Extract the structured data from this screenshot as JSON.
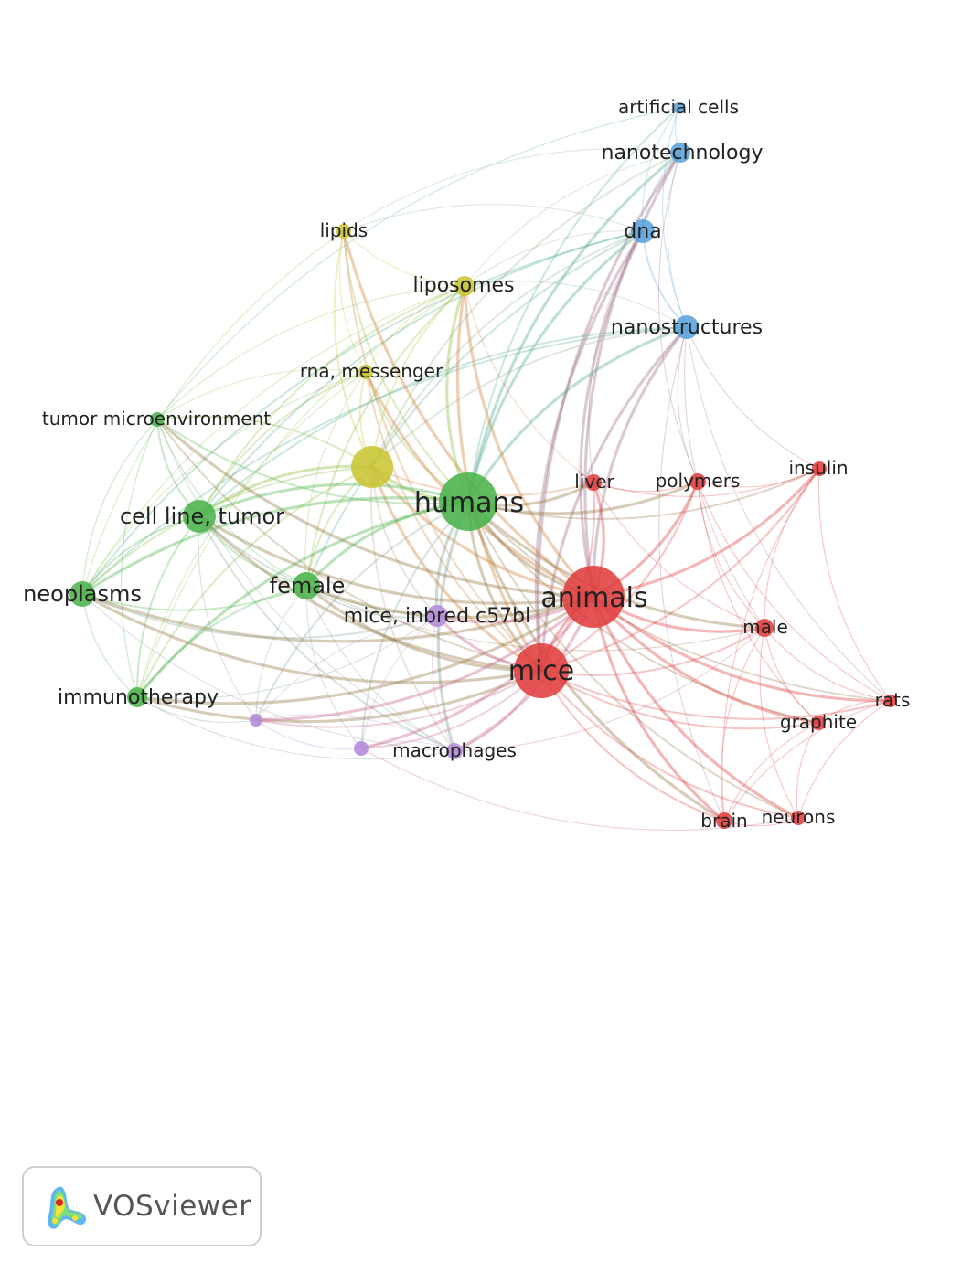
{
  "brand": {
    "name": "VOSviewer",
    "icon": "vosviewer-density-logo-icon"
  },
  "cluster_colors": {
    "red": "#e03d3d",
    "green": "#4bb34b",
    "blue": "#5aa2db",
    "yellow": "#c9c533",
    "purple": "#b28ad8"
  },
  "network": {
    "nodes": [
      {
        "id": "artificial-cells",
        "label": "artificial cells",
        "cluster": "blue"
      },
      {
        "id": "nanotechnology",
        "label": "nanotechnology",
        "cluster": "blue"
      },
      {
        "id": "dna",
        "label": "dna",
        "cluster": "blue"
      },
      {
        "id": "nanostructures",
        "label": "nanostructures",
        "cluster": "blue"
      },
      {
        "id": "lipids",
        "label": "lipids",
        "cluster": "yellow"
      },
      {
        "id": "liposomes",
        "label": "liposomes",
        "cluster": "yellow"
      },
      {
        "id": "rna-messenger",
        "label": "rna, messenger",
        "cluster": "yellow"
      },
      {
        "id": "yellow-hub",
        "label": "",
        "cluster": "yellow"
      },
      {
        "id": "tumor-microenvironment",
        "label": "tumor microenvironment",
        "cluster": "green"
      },
      {
        "id": "humans",
        "label": "humans",
        "cluster": "green"
      },
      {
        "id": "cell-line-tumor",
        "label": "cell line, tumor",
        "cluster": "green"
      },
      {
        "id": "neoplasms",
        "label": "neoplasms",
        "cluster": "green"
      },
      {
        "id": "female",
        "label": "female",
        "cluster": "green"
      },
      {
        "id": "immunotherapy",
        "label": "immunotherapy",
        "cluster": "green"
      },
      {
        "id": "mice-inbred-c57bl",
        "label": "mice, inbred c57bl",
        "cluster": "purple"
      },
      {
        "id": "macrophages",
        "label": "macrophages",
        "cluster": "purple"
      },
      {
        "id": "purple-a",
        "label": "",
        "cluster": "purple"
      },
      {
        "id": "purple-b",
        "label": "",
        "cluster": "purple"
      },
      {
        "id": "animals",
        "label": "animals",
        "cluster": "red"
      },
      {
        "id": "mice",
        "label": "mice",
        "cluster": "red"
      },
      {
        "id": "liver",
        "label": "liver",
        "cluster": "red"
      },
      {
        "id": "polymers",
        "label": "polymers",
        "cluster": "red"
      },
      {
        "id": "insulin",
        "label": "insulin",
        "cluster": "red"
      },
      {
        "id": "male",
        "label": "male",
        "cluster": "red"
      },
      {
        "id": "rats",
        "label": "rats",
        "cluster": "red"
      },
      {
        "id": "graphite",
        "label": "graphite",
        "cluster": "red"
      },
      {
        "id": "brain",
        "label": "brain",
        "cluster": "red"
      },
      {
        "id": "neurons",
        "label": "neurons",
        "cluster": "red"
      }
    ],
    "links": [
      [
        "artificial-cells",
        "nanotechnology"
      ],
      [
        "artificial-cells",
        "dna"
      ],
      [
        "artificial-cells",
        "nanostructures"
      ],
      [
        "artificial-cells",
        "humans"
      ],
      [
        "artificial-cells",
        "tumor-microenvironment"
      ],
      [
        "nanotechnology",
        "dna"
      ],
      [
        "nanotechnology",
        "nanostructures"
      ],
      [
        "nanotechnology",
        "humans"
      ],
      [
        "nanotechnology",
        "animals"
      ],
      [
        "nanotechnology",
        "mice"
      ],
      [
        "nanotechnology",
        "liposomes"
      ],
      [
        "nanotechnology",
        "lipids"
      ],
      [
        "nanotechnology",
        "yellow-hub"
      ],
      [
        "nanotechnology",
        "polymers"
      ],
      [
        "dna",
        "nanostructures"
      ],
      [
        "dna",
        "humans"
      ],
      [
        "dna",
        "animals"
      ],
      [
        "dna",
        "mice"
      ],
      [
        "dna",
        "lipids"
      ],
      [
        "dna",
        "liposomes"
      ],
      [
        "dna",
        "neoplasms"
      ],
      [
        "dna",
        "cell-line-tumor"
      ],
      [
        "dna",
        "yellow-hub"
      ],
      [
        "dna",
        "female"
      ],
      [
        "dna",
        "liver"
      ],
      [
        "nanostructures",
        "humans"
      ],
      [
        "nanostructures",
        "animals"
      ],
      [
        "nanostructures",
        "mice"
      ],
      [
        "nanostructures",
        "polymers"
      ],
      [
        "nanostructures",
        "insulin"
      ],
      [
        "nanostructures",
        "male"
      ],
      [
        "nanostructures",
        "brain"
      ],
      [
        "nanostructures",
        "neoplasms"
      ],
      [
        "nanostructures",
        "rats"
      ],
      [
        "nanostructures",
        "yellow-hub"
      ],
      [
        "nanostructures",
        "liposomes"
      ],
      [
        "nanostructures",
        "cell-line-tumor"
      ],
      [
        "lipids",
        "liposomes"
      ],
      [
        "lipids",
        "yellow-hub"
      ],
      [
        "lipids",
        "humans"
      ],
      [
        "lipids",
        "animals"
      ],
      [
        "lipids",
        "mice"
      ],
      [
        "lipids",
        "rna-messenger"
      ],
      [
        "lipids",
        "neoplasms"
      ],
      [
        "liposomes",
        "yellow-hub"
      ],
      [
        "liposomes",
        "humans"
      ],
      [
        "liposomes",
        "animals"
      ],
      [
        "liposomes",
        "mice"
      ],
      [
        "liposomes",
        "rna-messenger"
      ],
      [
        "liposomes",
        "neoplasms"
      ],
      [
        "liposomes",
        "cell-line-tumor"
      ],
      [
        "liposomes",
        "female"
      ],
      [
        "liposomes",
        "tumor-microenvironment"
      ],
      [
        "liposomes",
        "liver"
      ],
      [
        "liposomes",
        "immunotherapy"
      ],
      [
        "rna-messenger",
        "yellow-hub"
      ],
      [
        "rna-messenger",
        "humans"
      ],
      [
        "rna-messenger",
        "animals"
      ],
      [
        "rna-messenger",
        "mice"
      ],
      [
        "rna-messenger",
        "female"
      ],
      [
        "rna-messenger",
        "cell-line-tumor"
      ],
      [
        "rna-messenger",
        "immunotherapy"
      ],
      [
        "rna-messenger",
        "neoplasms"
      ],
      [
        "rna-messenger",
        "tumor-microenvironment"
      ],
      [
        "yellow-hub",
        "humans"
      ],
      [
        "yellow-hub",
        "animals"
      ],
      [
        "yellow-hub",
        "mice"
      ],
      [
        "yellow-hub",
        "cell-line-tumor"
      ],
      [
        "yellow-hub",
        "neoplasms"
      ],
      [
        "yellow-hub",
        "female"
      ],
      [
        "yellow-hub",
        "tumor-microenvironment"
      ],
      [
        "yellow-hub",
        "immunotherapy"
      ],
      [
        "yellow-hub",
        "mice-inbred-c57bl"
      ],
      [
        "yellow-hub",
        "liver"
      ],
      [
        "yellow-hub",
        "macrophages"
      ],
      [
        "tumor-microenvironment",
        "humans"
      ],
      [
        "tumor-microenvironment",
        "cell-line-tumor"
      ],
      [
        "tumor-microenvironment",
        "neoplasms"
      ],
      [
        "tumor-microenvironment",
        "female"
      ],
      [
        "tumor-microenvironment",
        "immunotherapy"
      ],
      [
        "tumor-microenvironment",
        "animals"
      ],
      [
        "tumor-microenvironment",
        "mice"
      ],
      [
        "tumor-microenvironment",
        "macrophages"
      ],
      [
        "humans",
        "animals"
      ],
      [
        "humans",
        "mice"
      ],
      [
        "humans",
        "cell-line-tumor"
      ],
      [
        "humans",
        "neoplasms"
      ],
      [
        "humans",
        "female"
      ],
      [
        "humans",
        "immunotherapy"
      ],
      [
        "humans",
        "mice-inbred-c57bl"
      ],
      [
        "humans",
        "macrophages"
      ],
      [
        "humans",
        "liver"
      ],
      [
        "humans",
        "polymers"
      ],
      [
        "humans",
        "male"
      ],
      [
        "humans",
        "insulin"
      ],
      [
        "humans",
        "rats"
      ],
      [
        "humans",
        "graphite"
      ],
      [
        "humans",
        "brain"
      ],
      [
        "humans",
        "neurons"
      ],
      [
        "humans",
        "purple-a"
      ],
      [
        "humans",
        "purple-b"
      ],
      [
        "cell-line-tumor",
        "neoplasms"
      ],
      [
        "cell-line-tumor",
        "female"
      ],
      [
        "cell-line-tumor",
        "immunotherapy"
      ],
      [
        "cell-line-tumor",
        "animals"
      ],
      [
        "cell-line-tumor",
        "mice"
      ],
      [
        "cell-line-tumor",
        "mice-inbred-c57bl"
      ],
      [
        "cell-line-tumor",
        "macrophages"
      ],
      [
        "cell-line-tumor",
        "purple-a"
      ],
      [
        "neoplasms",
        "female"
      ],
      [
        "neoplasms",
        "immunotherapy"
      ],
      [
        "neoplasms",
        "animals"
      ],
      [
        "neoplasms",
        "mice"
      ],
      [
        "neoplasms",
        "mice-inbred-c57bl"
      ],
      [
        "neoplasms",
        "macrophages"
      ],
      [
        "female",
        "immunotherapy"
      ],
      [
        "female",
        "animals"
      ],
      [
        "female",
        "mice"
      ],
      [
        "female",
        "mice-inbred-c57bl"
      ],
      [
        "female",
        "macrophages"
      ],
      [
        "female",
        "purple-a"
      ],
      [
        "female",
        "purple-b"
      ],
      [
        "female",
        "male"
      ],
      [
        "immunotherapy",
        "animals"
      ],
      [
        "immunotherapy",
        "mice"
      ],
      [
        "immunotherapy",
        "mice-inbred-c57bl"
      ],
      [
        "immunotherapy",
        "macrophages"
      ],
      [
        "immunotherapy",
        "purple-a"
      ],
      [
        "mice-inbred-c57bl",
        "animals"
      ],
      [
        "mice-inbred-c57bl",
        "mice"
      ],
      [
        "mice-inbred-c57bl",
        "macrophages"
      ],
      [
        "mice-inbred-c57bl",
        "purple-a"
      ],
      [
        "mice-inbred-c57bl",
        "purple-b"
      ],
      [
        "macrophages",
        "animals"
      ],
      [
        "macrophages",
        "mice"
      ],
      [
        "macrophages",
        "purple-a"
      ],
      [
        "macrophages",
        "purple-b"
      ],
      [
        "macrophages",
        "male"
      ],
      [
        "purple-a",
        "mice"
      ],
      [
        "purple-a",
        "purple-b"
      ],
      [
        "purple-a",
        "animals"
      ],
      [
        "purple-b",
        "mice"
      ],
      [
        "purple-b",
        "animals"
      ],
      [
        "purple-b",
        "neurons"
      ],
      [
        "animals",
        "mice"
      ],
      [
        "animals",
        "liver"
      ],
      [
        "animals",
        "polymers"
      ],
      [
        "animals",
        "insulin"
      ],
      [
        "animals",
        "male"
      ],
      [
        "animals",
        "rats"
      ],
      [
        "animals",
        "graphite"
      ],
      [
        "animals",
        "brain"
      ],
      [
        "animals",
        "neurons"
      ],
      [
        "mice",
        "liver"
      ],
      [
        "mice",
        "polymers"
      ],
      [
        "mice",
        "insulin"
      ],
      [
        "mice",
        "male"
      ],
      [
        "mice",
        "rats"
      ],
      [
        "mice",
        "graphite"
      ],
      [
        "mice",
        "brain"
      ],
      [
        "mice",
        "neurons"
      ],
      [
        "liver",
        "polymers"
      ],
      [
        "liver",
        "male"
      ],
      [
        "liver",
        "insulin"
      ],
      [
        "polymers",
        "insulin"
      ],
      [
        "polymers",
        "male"
      ],
      [
        "polymers",
        "rats"
      ],
      [
        "polymers",
        "graphite"
      ],
      [
        "insulin",
        "male"
      ],
      [
        "insulin",
        "rats"
      ],
      [
        "insulin",
        "brain"
      ],
      [
        "male",
        "rats"
      ],
      [
        "male",
        "graphite"
      ],
      [
        "male",
        "brain"
      ],
      [
        "male",
        "neurons"
      ],
      [
        "rats",
        "graphite"
      ],
      [
        "rats",
        "brain"
      ],
      [
        "rats",
        "neurons"
      ],
      [
        "graphite",
        "brain"
      ],
      [
        "graphite",
        "neurons"
      ],
      [
        "brain",
        "neurons"
      ]
    ]
  }
}
